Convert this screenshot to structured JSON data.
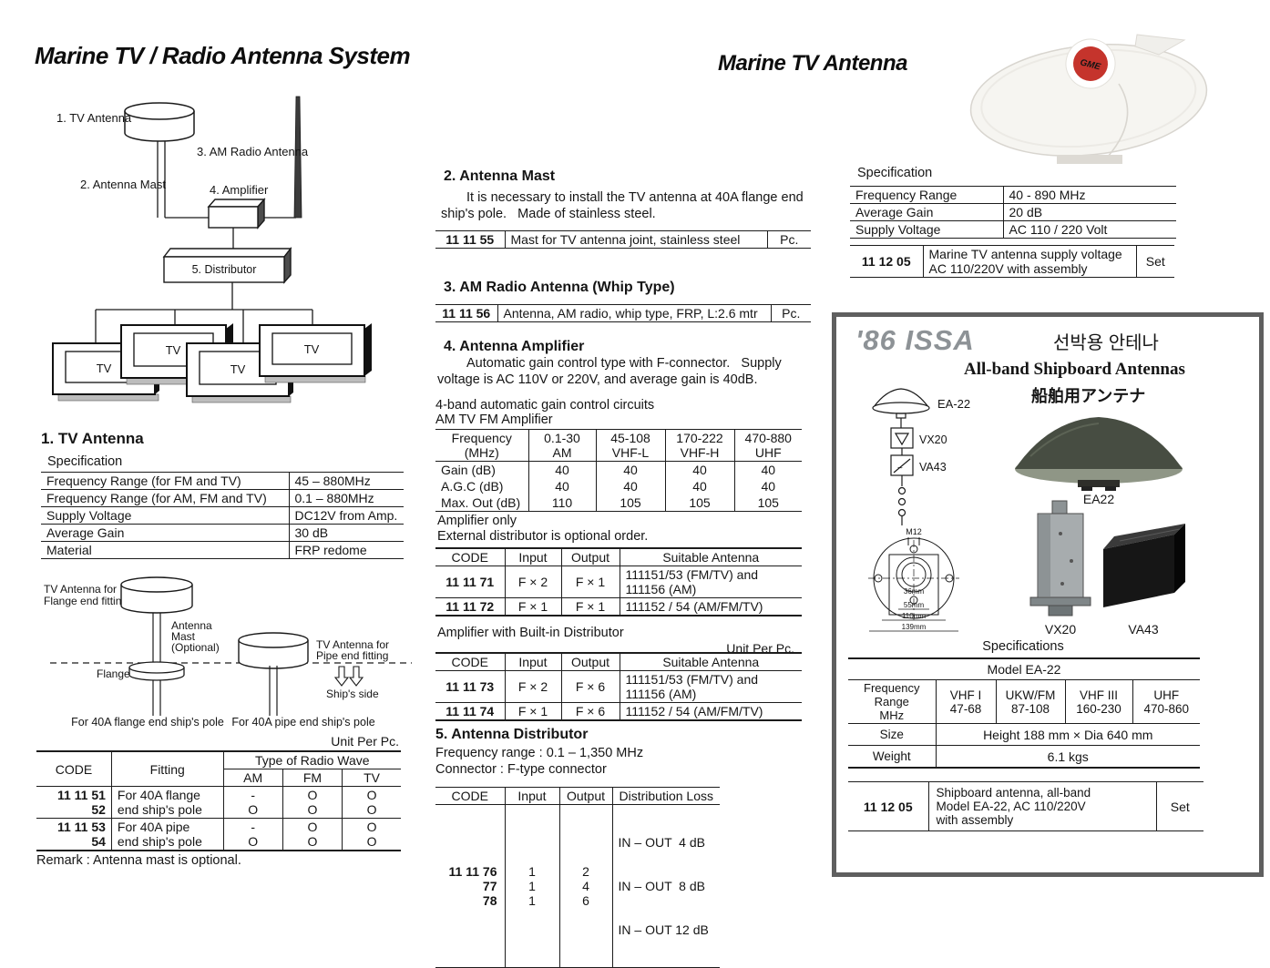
{
  "titles": {
    "left": "Marine TV / Radio Antenna System",
    "right": "Marine TV Antenna"
  },
  "diagram": {
    "tv_antenna": "1. TV Antenna",
    "antenna_mast": "2. Antenna Mast",
    "am_radio": "3. AM Radio Antenna",
    "amplifier": "4. Amplifier",
    "distributor": "5. Distributor",
    "tv": "TV"
  },
  "sec1": {
    "heading": "1. TV Antenna",
    "spec_label": "Specification",
    "spec": [
      {
        "label": "Frequency Range (for FM and TV)",
        "value": "45 – 880MHz"
      },
      {
        "label": "Frequency Range (for AM, FM and TV)",
        "value": "0.1 – 880MHz"
      },
      {
        "label": "Supply Voltage",
        "value": "DC12V from Amp."
      },
      {
        "label": "Average Gain",
        "value": "30 dB"
      },
      {
        "label": "Material",
        "value": "FRP redome"
      }
    ],
    "fit": {
      "flange_fit_1": "TV Antenna for",
      "flange_fit_2": "Flange end fitting",
      "mast_1": "Antenna",
      "mast_2": "Mast",
      "mast_3": "(Optional)",
      "flange": "Flange",
      "pipe_fit_1": "TV Antenna for",
      "pipe_fit_2": "Pipe end fitting",
      "ships_side": "Ship's side",
      "caption_flange": "For 40A flange end ship's pole",
      "caption_pipe": "For 40A pipe end ship's pole"
    },
    "unit_note": "Unit Per Pc.",
    "table": {
      "code": "CODE",
      "fitting": "Fitting",
      "wave": "Type of Radio Wave",
      "am": "AM",
      "fm": "FM",
      "tv": "TV",
      "rows": [
        {
          "c1": "11 11 51",
          "c2": "52",
          "f1": "For 40A flange",
          "f2": "end ship's pole",
          "am1": "-",
          "am2": "O",
          "fm1": "O",
          "fm2": "O",
          "tv1": "O",
          "tv2": "O"
        },
        {
          "c1": "11 11 53",
          "c2": "54",
          "f1": "For 40A pipe",
          "f2": "end ship's pole",
          "am1": "-",
          "am2": "O",
          "fm1": "O",
          "fm2": "O",
          "tv1": "O",
          "tv2": "O"
        }
      ]
    },
    "remark": "Remark : Antenna mast is optional."
  },
  "sec2": {
    "heading": "2. Antenna Mast",
    "body1": "It is necessary to install the TV antenna at 40A flange end",
    "body2": "ship's pole.   Made of stainless steel.",
    "code": "11 11 55",
    "desc": "Mast for TV antenna joint, stainless steel",
    "unit": "Pc."
  },
  "sec3": {
    "heading": "3. AM Radio Antenna (Whip Type)",
    "code": "11 11 56",
    "desc": "Antenna, AM radio, whip type, FRP, L:2.6 mtr",
    "unit": "Pc."
  },
  "sec4": {
    "heading": "4. Antenna Amplifier",
    "body1": "Automatic gain control type with F-connector.   Supply",
    "body2": "voltage is AC 110V or 220V, and average gain is 40dB.",
    "sub1": "4-band automatic gain control circuits",
    "sub2": "AM TV FM Amplifier",
    "freq": {
      "h": [
        {
          "l1": "Frequency",
          "l2": "(MHz)"
        },
        {
          "l1": "0.1-30",
          "l2": "AM"
        },
        {
          "l1": "45-108",
          "l2": "VHF-L"
        },
        {
          "l1": "170-222",
          "l2": "VHF-H"
        },
        {
          "l1": "470-880",
          "l2": "UHF"
        }
      ],
      "rows": [
        {
          "label": "Gain (dB)",
          "v1": "40",
          "v2": "40",
          "v3": "40",
          "v4": "40"
        },
        {
          "label": "A.G.C (dB)",
          "v1": "40",
          "v2": "40",
          "v3": "40",
          "v4": "40"
        },
        {
          "label": "Max. Out (dB)",
          "v1": "110",
          "v2": "105",
          "v3": "105",
          "v4": "105"
        }
      ]
    },
    "amp_only": "Amplifier only",
    "amp_only_note": "External distributor is optional order.",
    "cols": {
      "code": "CODE",
      "input": "Input",
      "output": "Output",
      "antenna": "Suitable Antenna"
    },
    "only_rows": [
      {
        "code": "11 11 71",
        "input": "F × 2",
        "output": "F × 1",
        "a1": "111151/53 (FM/TV) and",
        "a2": "111156 (AM)"
      },
      {
        "code": "11 11 72",
        "input": "F × 1",
        "output": "F × 1",
        "a1": "111152 / 54 (AM/FM/TV)"
      }
    ],
    "builtin": "Amplifier with Built-in Distributor",
    "unit_note": "Unit Per Pc.",
    "builtin_rows": [
      {
        "code": "11 11 73",
        "input": "F × 2",
        "output": "F × 6",
        "a1": "111151/53 (FM/TV) and",
        "a2": "111156 (AM)"
      },
      {
        "code": "11 11 74",
        "input": "F × 1",
        "output": "F × 6",
        "a1": "111152 / 54 (AM/FM/TV)"
      }
    ]
  },
  "sec5": {
    "heading": "5. Antenna Distributor",
    "line1": "Frequency range : 0.1 – 1,350 MHz",
    "line2": "Connector : F-type connector",
    "cols": {
      "code": "CODE",
      "input": "Input",
      "output": "Output",
      "loss": "Distribution Loss"
    },
    "codes": [
      "11 11 76",
      "77",
      "78"
    ],
    "inputs": [
      "1",
      "1",
      "1"
    ],
    "outputs": [
      "2",
      "4",
      "6"
    ],
    "losses": [
      "IN – OUT  4 dB",
      "IN – OUT  8 dB",
      "IN – OUT 12 dB"
    ]
  },
  "marine": {
    "spec_label": "Specification",
    "spec": [
      {
        "label": "Frequency Range",
        "value": "40 - 890 MHz"
      },
      {
        "label": "Average Gain",
        "value": "20 dB"
      },
      {
        "label": "Supply Voltage",
        "value": "AC 110 / 220 Volt"
      }
    ],
    "order": {
      "code": "11 12 05",
      "d1": "Marine TV antenna supply voltage",
      "d2": "AC 110/220V with assembly",
      "unit": "Set"
    },
    "logo_text": "GME"
  },
  "issa": {
    "title": "'86 ISSA",
    "korean": "선박용 안테나",
    "english": "All-band Shipboard Antennas",
    "japanese": "船舶用アンテナ",
    "sch": {
      "ea22": "EA-22",
      "vx20": "VX20",
      "va43": "VA43",
      "m12": "M12",
      "d36": "36mm",
      "d55": "55mm",
      "d110": "110mm",
      "d139": "139mm"
    },
    "photos": {
      "ea22": "EA22",
      "vx20": "VX20",
      "va43": "VA43"
    },
    "specs_label": "Specifications",
    "model": "Model EA-22",
    "freq": {
      "l1": "Frequency",
      "l2": "Range",
      "l3": "MHz"
    },
    "bands": [
      {
        "l1": "VHF I",
        "l2": "47-68"
      },
      {
        "l1": "UKW/FM",
        "l2": "87-108"
      },
      {
        "l1": "VHF III",
        "l2": "160-230"
      },
      {
        "l1": "UHF",
        "l2": "470-860"
      }
    ],
    "size_label": "Size",
    "size_value": "Height 188 mm × Dia 640 mm",
    "weight_label": "Weight",
    "weight_value": "6.1 kgs",
    "order": {
      "code": "11 12 05",
      "d1": "Shipboard antenna, all-band",
      "d2": "Model EA-22, AC 110/220V",
      "d3": "with assembly",
      "unit": "Set"
    }
  },
  "colors": {
    "accent_red": "#c5342c",
    "issa_gray": "#8d9296",
    "border_gray": "#5f5f5f"
  }
}
